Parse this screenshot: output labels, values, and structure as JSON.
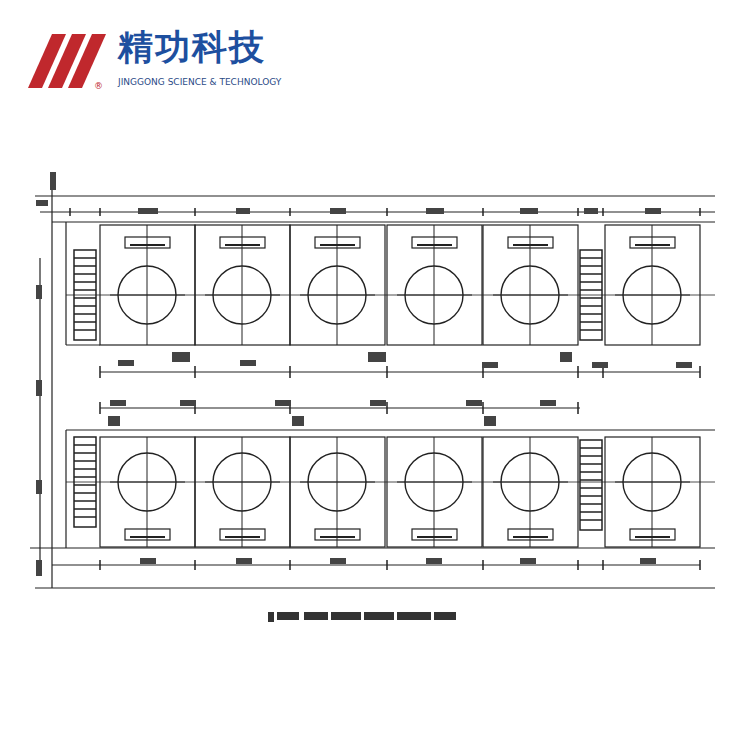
{
  "diagram": {
    "labels": [
      "精功科技",
      "JINGGONG SCIENCE & TECHNOLOGY",
      "®"
    ]
  }
}
